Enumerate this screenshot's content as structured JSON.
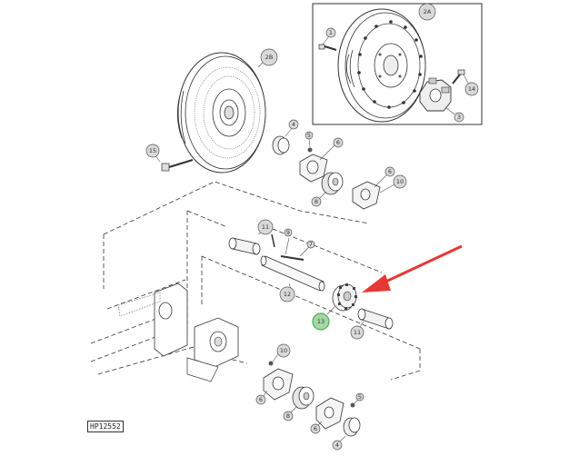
{
  "figure_label": "HP12552",
  "arrow_color": "#e53935",
  "highlight_color": "#4caf50",
  "callouts": {
    "c_2a": "2A",
    "c_2b": "2B",
    "c_1": "1",
    "c_14": "14",
    "c_3_inset": "3",
    "c_4_top": "4",
    "c_5_top": "5",
    "c_6_top": "6",
    "c_15": "15",
    "c_8_top": "8",
    "c_6_mid": "6",
    "c_10_top": "10",
    "c_11_top": "11",
    "c_9": "9",
    "c_7": "7",
    "c_12": "12",
    "c_13": "13",
    "c_11_bot": "11",
    "c_10_bot": "10",
    "c_6_bot1": "6",
    "c_8_bot": "8",
    "c_6_bot2": "6",
    "c_5_bot": "5",
    "c_4_bot": "4"
  }
}
